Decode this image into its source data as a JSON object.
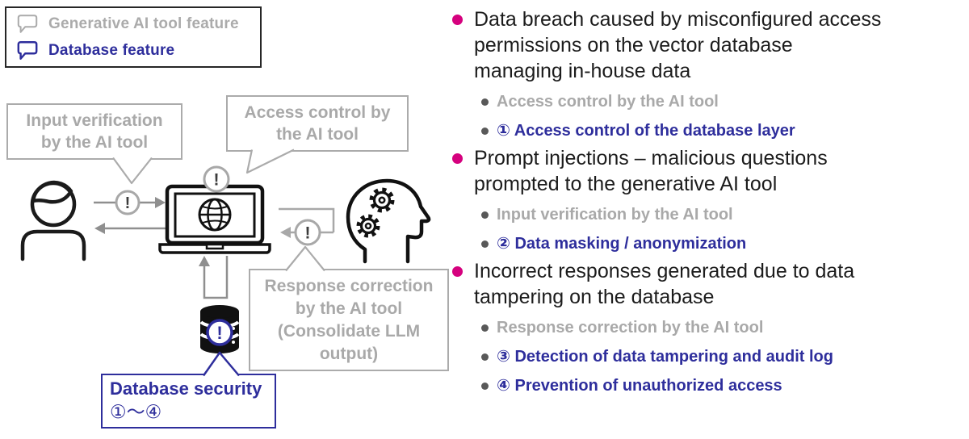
{
  "legend": {
    "items": [
      {
        "label": "Generative AI tool feature",
        "kind": "ai"
      },
      {
        "label": "Database feature",
        "kind": "db"
      }
    ]
  },
  "diagram": {
    "alert_glyph": "!",
    "bubbles": {
      "input": {
        "lines": [
          "Input verification",
          "by the AI tool"
        ]
      },
      "access": {
        "lines": [
          "Access control by",
          "the AI tool"
        ]
      },
      "response": {
        "lines": [
          "Response correction",
          "by the AI tool",
          "(Consolidate LLM",
          "output)"
        ]
      }
    },
    "db_label": {
      "lines": [
        "Database security",
        "①～④"
      ]
    },
    "icons": [
      "user-icon",
      "laptop-globe-icon",
      "ai-head-gears-icon",
      "database-icon",
      "alert-icon",
      "speech-bubble-icon"
    ]
  },
  "content": {
    "bullets": [
      {
        "lines": [
          "Data breach caused by misconfigured access",
          "permissions on the vector database",
          "managing in-house data"
        ],
        "subs": [
          {
            "label": "Access control by the AI tool",
            "kind": "ai"
          },
          {
            "label": "① Access control of the database layer",
            "kind": "db"
          }
        ]
      },
      {
        "lines": [
          "Prompt injections – malicious questions",
          "prompted to the generative AI tool"
        ],
        "subs": [
          {
            "label": "Input verification by the AI tool",
            "kind": "ai"
          },
          {
            "label": "② Data masking / anonymization",
            "kind": "db"
          }
        ]
      },
      {
        "lines": [
          "Incorrect responses generated due to data",
          "tampering on the database"
        ],
        "subs": [
          {
            "label": "Response correction by the AI tool",
            "kind": "ai"
          },
          {
            "label": "③ Detection of data tampering and audit log",
            "kind": "db"
          },
          {
            "label": "④ Prevention of unauthorized access",
            "kind": "db"
          }
        ]
      }
    ]
  },
  "colors": {
    "magenta_bullet": "#D5017E",
    "navy": "#2E2E9C",
    "gray_text": "#A9A9A9",
    "outline_black": "#1B1B1B",
    "connector_gray": "#8F8F8F"
  }
}
